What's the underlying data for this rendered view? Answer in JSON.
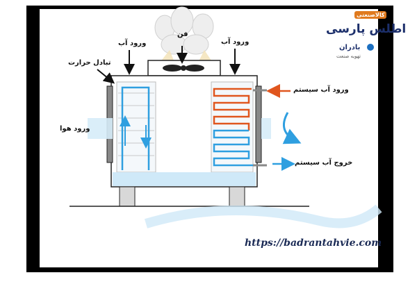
{
  "labels": {
    "fan": "فن",
    "water_in_left": "ورود آب",
    "water_in_right": "ورود آب",
    "heat_exchange": "تبادل حرارت",
    "air_in": "ورود هوا",
    "system_water_in": "ورود آب سیستم",
    "system_water_out": "خروج آب سیستم"
  },
  "url": "https://badrantahvie.com",
  "brand": {
    "tag": "کالاصنعتی",
    "name": "اطلس پارسی",
    "logo2": "بادران",
    "logo2_sub": "تهویه صنعت"
  },
  "colors": {
    "water_blue": "#2f9fe0",
    "hot_orange": "#e0561e",
    "air_cream": "#f3e3b8",
    "basin_blue": "#cfe9f8"
  }
}
